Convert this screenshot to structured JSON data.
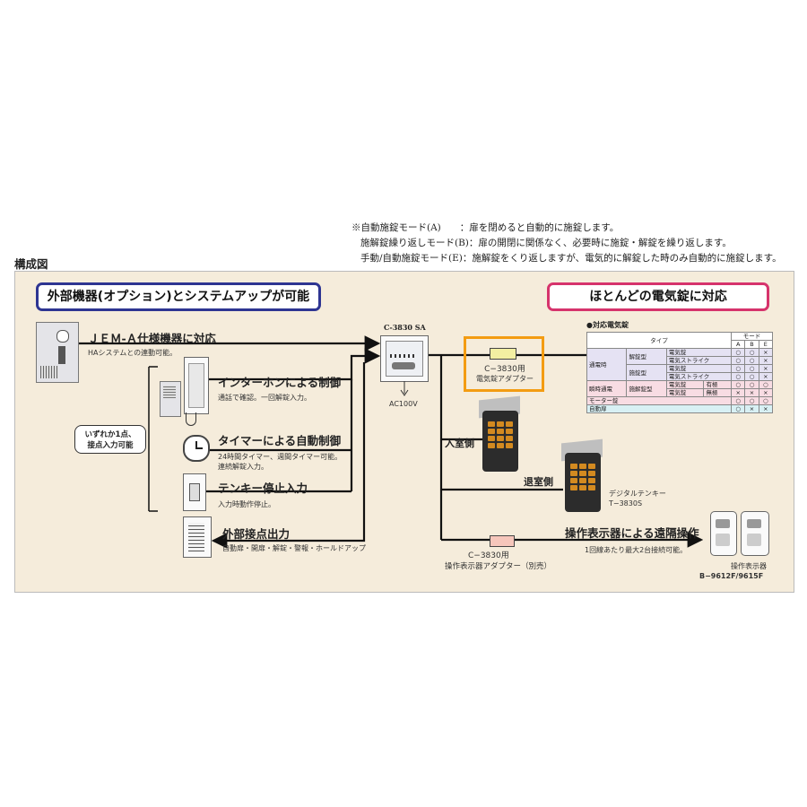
{
  "notes": [
    "※自動施錠モード(A)　　：扉を閉めると自動的に施錠します。",
    "施解錠繰り返しモード(B)：扉の開閉に関係なく、必要時に施錠・解錠を繰り返します。",
    "手動/自動施錠モード(E)：施解錠をくり返しますが、電気的に解錠した時のみ自動的に施錠します。"
  ],
  "title": "構成図",
  "left_header": "外部機器(オプション)とシステムアップが可能",
  "right_header": "ほとんどの電気錠に対応",
  "jem": {
    "label": "ＪＥＭ-Ａ仕様機器に対応",
    "sub": "HAシステムとの連動可能。"
  },
  "either": [
    "いずれか1点、",
    "接点入力可能"
  ],
  "intercom": {
    "label": "インターホンによる制御",
    "sub": "通話で確認。一回解錠入力。"
  },
  "timer": {
    "label": "タイマーによる自動制御",
    "sub1": "24時間タイマー、週間タイマー可能。",
    "sub2": "連続解錠入力。"
  },
  "tenkey_stop": {
    "label": "テンキー停止入力",
    "sub": "入力時動作停止。"
  },
  "ext_out": {
    "label": "外部接点出力",
    "sub": "自動扉・開扉・解錠・警報・ホールドアップ"
  },
  "controller": {
    "model": "C-3830 SA",
    "power": "AC100V"
  },
  "adapter1": {
    "line1": "C−3830用",
    "line2": "電気錠アダプター"
  },
  "adapter2": {
    "line1": "C−3830用",
    "line2": "操作表示器アダプター（別売）"
  },
  "entry_side": "入室側",
  "exit_side": "退室側",
  "tenkey": {
    "name": "デジタルテンキー",
    "model": "T−3830S"
  },
  "remote": {
    "label": "操作表示器による遠隔操作",
    "sub": "1回線あたり最大2台接続可能。",
    "name": "操作表示器",
    "model": "B−9612F/9615F"
  },
  "locks": {
    "heading": "●対応電気錠",
    "col_type": "タイプ",
    "col_mode": "モード",
    "modes": [
      "A",
      "B",
      "E"
    ],
    "rows": [
      {
        "g1": "通電時",
        "g2": "解錠型",
        "name": "電気錠",
        "note": "",
        "marks": [
          "○",
          "○",
          "×"
        ],
        "tone": "blue"
      },
      {
        "g1": "",
        "g2": "",
        "name": "電気ストライク",
        "note": "",
        "marks": [
          "○",
          "○",
          "×"
        ],
        "tone": "blue"
      },
      {
        "g1": "",
        "g2": "施錠型",
        "name": "電気錠",
        "note": "",
        "marks": [
          "○",
          "○",
          "×"
        ],
        "tone": "blue"
      },
      {
        "g1": "",
        "g2": "",
        "name": "電気ストライク",
        "note": "",
        "marks": [
          "○",
          "○",
          "×"
        ],
        "tone": "blue"
      },
      {
        "g1": "瞬時通電",
        "g2": "施解錠型",
        "name": "電気錠",
        "note": "有極",
        "marks": [
          "○",
          "○",
          "○"
        ],
        "tone": "pink"
      },
      {
        "g1": "",
        "g2": "",
        "name": "電気錠",
        "note": "無極",
        "marks": [
          "×",
          "×",
          "×"
        ],
        "tone": "pink"
      },
      {
        "g1": "モーター錠",
        "g2": "",
        "name": "",
        "note": "",
        "marks": [
          "○",
          "○",
          "○"
        ],
        "tone": "pink"
      },
      {
        "g1": "自動扉",
        "g2": "",
        "name": "",
        "note": "",
        "marks": [
          "○",
          "×",
          "×"
        ],
        "tone": "cyan"
      }
    ]
  },
  "colors": {
    "accent_blue": "#2e3592",
    "accent_pink": "#d6336c",
    "highlight": "#f39c12",
    "panel": "#f5ecdb"
  }
}
